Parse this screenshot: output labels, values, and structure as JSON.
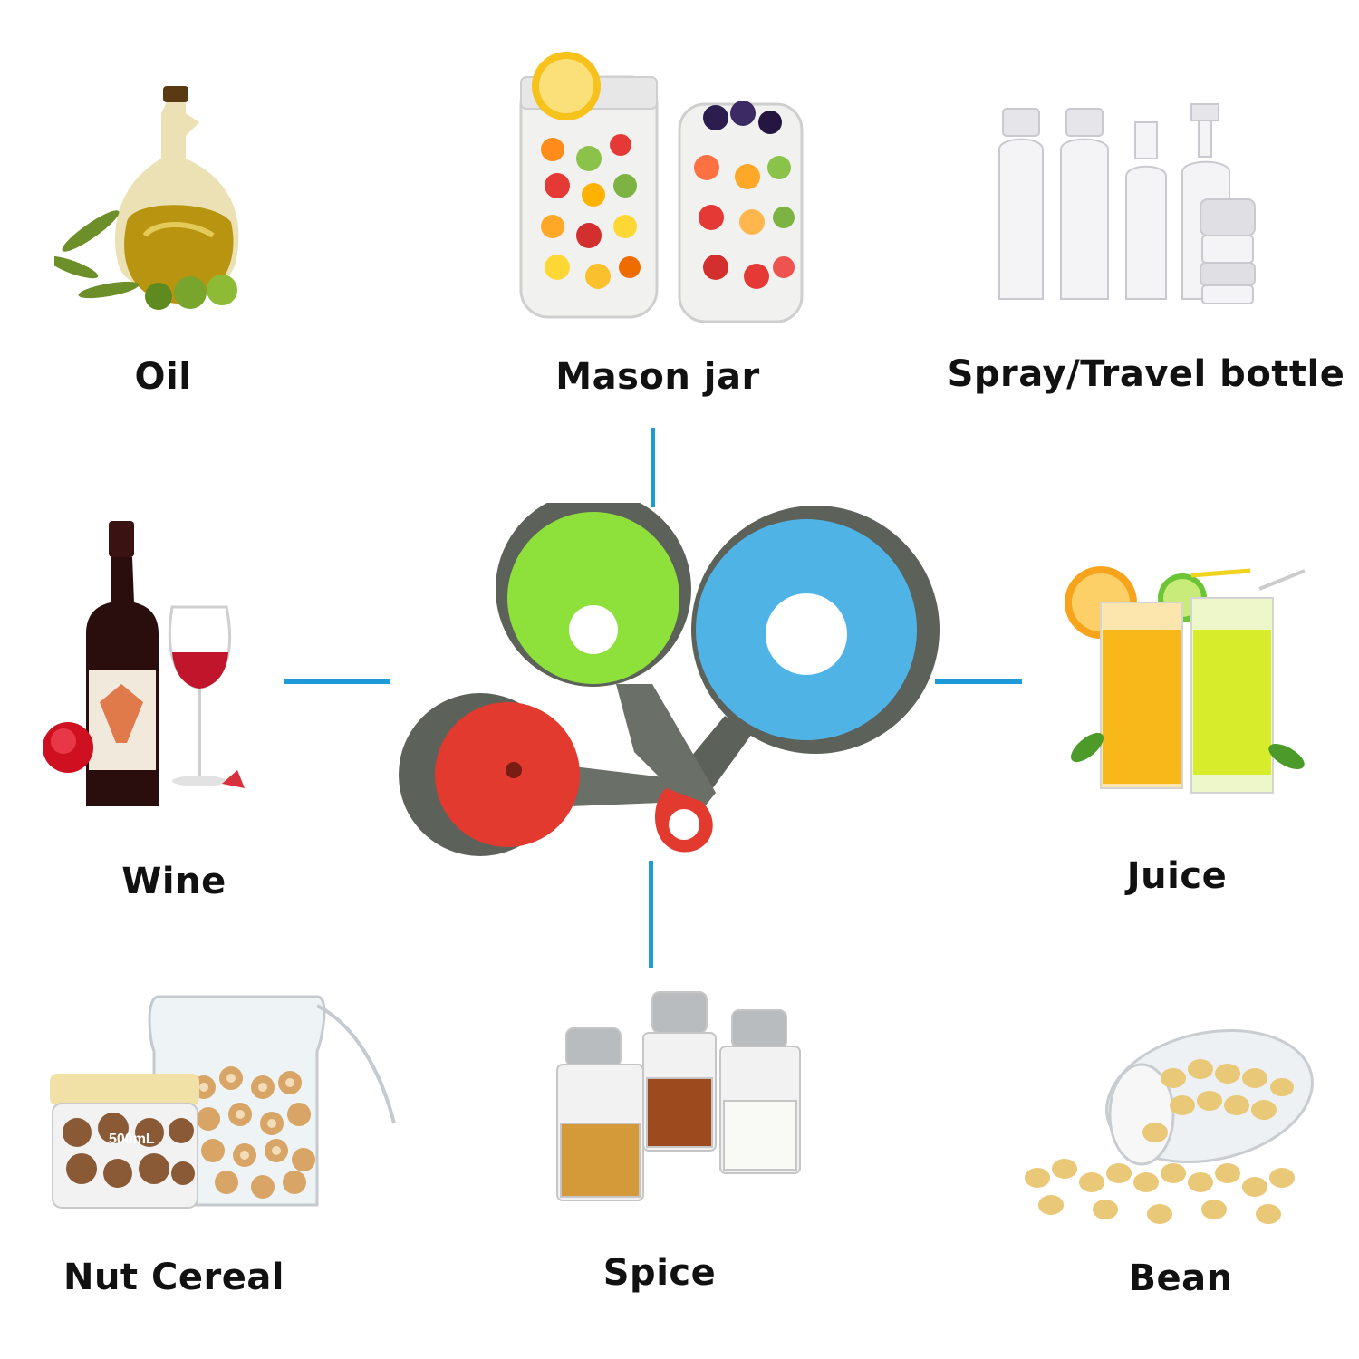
{
  "labels": {
    "oil": "Oil",
    "mason_jar": "Mason jar",
    "spray_bottle": "Spray/Travel bottle",
    "wine": "Wine",
    "juice": "Juice",
    "nut_cereal": "Nut Cereal",
    "spice": "Spice",
    "bean": "Bean"
  },
  "jar_capacity": "500mL",
  "colors": {
    "connector": "#1e9ad6",
    "funnel_red": "#e23a2e",
    "funnel_green": "#8ee03a",
    "funnel_blue": "#4fb3e6",
    "funnel_rim": "#5c615a"
  },
  "icons": [
    "oil-bottle-illustration",
    "mason-jars-illustration",
    "travel-bottles-illustration",
    "wine-illustration",
    "juice-glasses-illustration",
    "nut-cereal-jars-illustration",
    "spice-shakers-illustration",
    "bean-jar-illustration",
    "collapsible-funnels-illustration"
  ]
}
